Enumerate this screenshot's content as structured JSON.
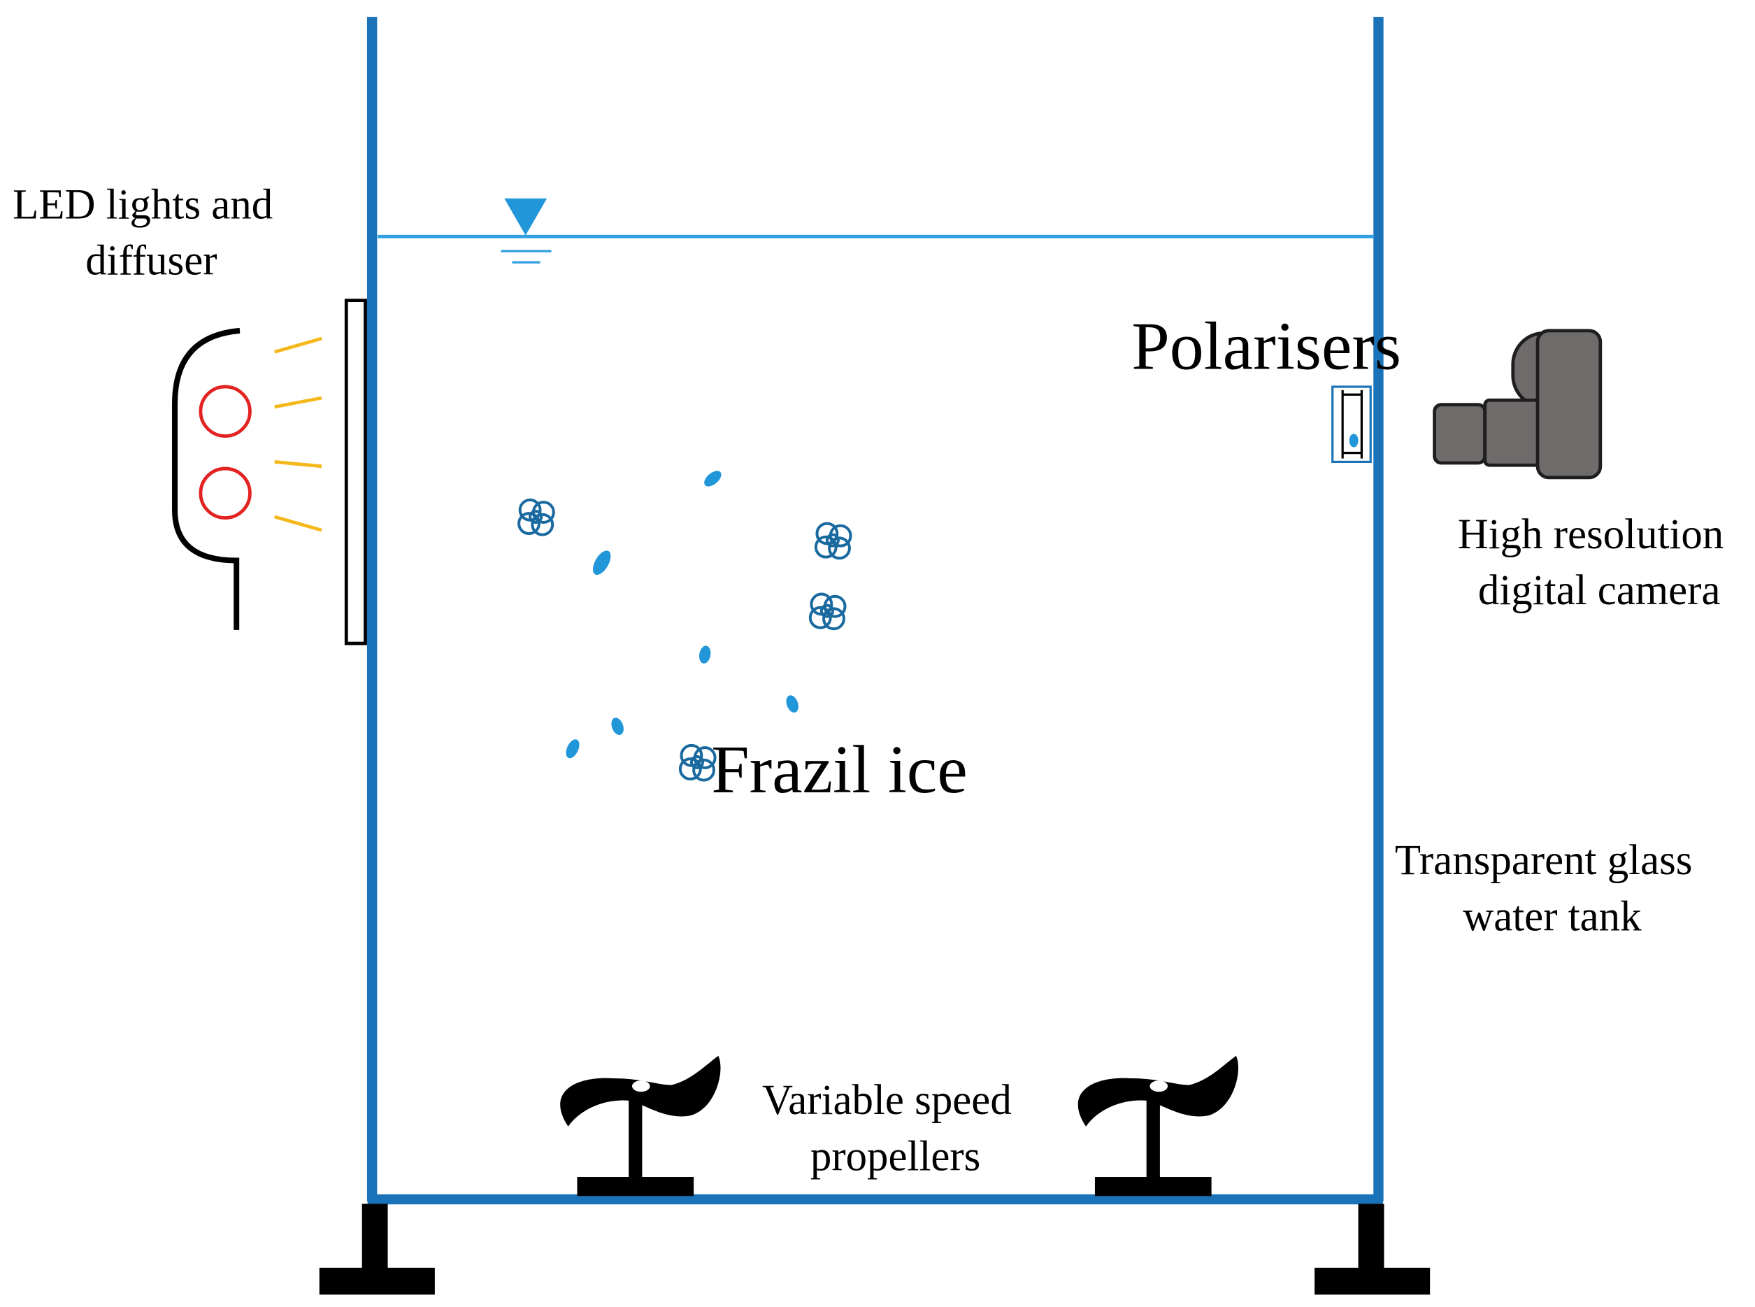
{
  "labels": {
    "led": [
      "LED lights and",
      "diffuser"
    ],
    "polarisers": "Polarisers",
    "camera": [
      "High resolution",
      "digital camera"
    ],
    "frazil": "Frazil ice",
    "tank": [
      "Transparent glass",
      "water tank"
    ],
    "propellers": [
      "Variable speed",
      "propellers"
    ]
  },
  "colors": {
    "tank": "#1a73b8",
    "water_line": "#2e9fe0",
    "ice": "#2196d8",
    "ice_cluster": "#1a6aa0",
    "led_bulb": "#e32222",
    "light_ray": "#f5b81c",
    "camera": "#6f6b6b",
    "support": "#000000"
  },
  "icons": {
    "water_level": "water-level-triangle-icon",
    "camera": "camera-icon",
    "polariser": "polariser-icon",
    "led": "led-lamp-icon",
    "propeller": "propeller-icon"
  }
}
